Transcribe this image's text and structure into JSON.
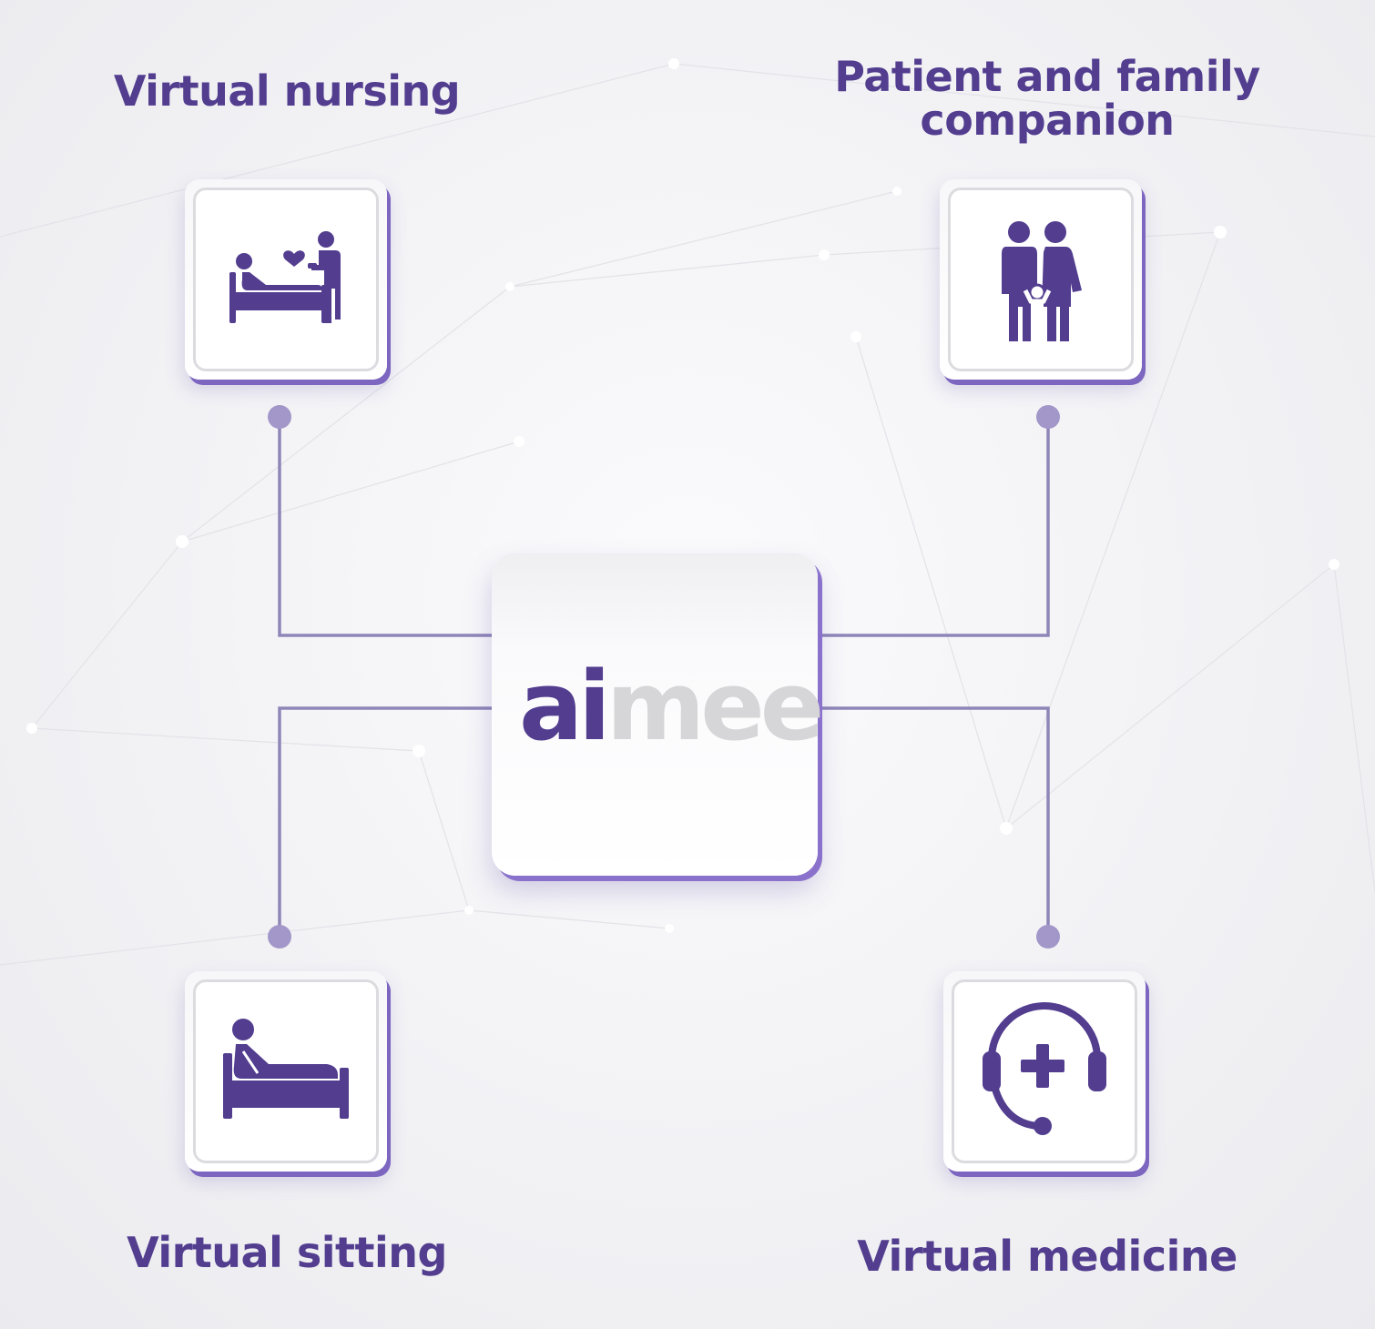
{
  "hub": {
    "logo_part1": "ai",
    "logo_part2": "mee"
  },
  "nodes": {
    "top_left": {
      "label": "Virtual nursing",
      "icon": "nurse-patient-icon"
    },
    "top_right": {
      "label_line1": "Patient and family",
      "label_line2": "companion",
      "icon": "family-icon"
    },
    "bottom_left": {
      "label": "Virtual sitting",
      "icon": "patient-bed-icon"
    },
    "bottom_right": {
      "label": "Virtual medicine",
      "icon": "medical-headset-icon"
    }
  },
  "colors": {
    "primary": "#523d8f",
    "connector": "#8f86b8",
    "tile_shadow": "#7d66c0",
    "logo_grey": "#d6d6d8"
  }
}
